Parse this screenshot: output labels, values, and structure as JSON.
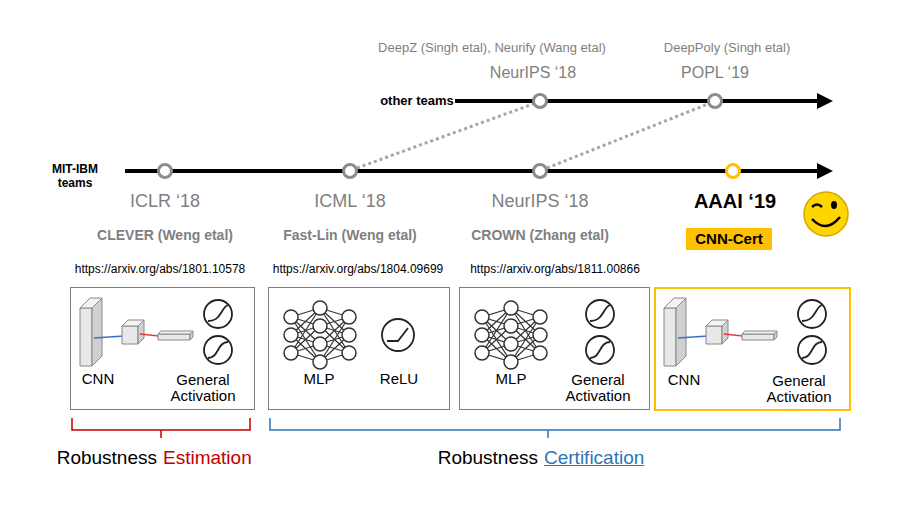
{
  "diagram": {
    "nodes": [
      {
        "text": [
          "CNN-Cert"
        ]
      },
      {
        "text": [
          "CNN",
          "General Activation"
        ]
      },
      {
        "text": [
          "MLP",
          "ReLU"
        ]
      },
      {
        "text": [
          "MLP",
          "General Activation"
        ]
      },
      {
        "text": [
          "CNN",
          "General Activation"
        ]
      }
    ],
    "labels": [
      "DeepZ (Singh etal), Neurify (Wang etal)",
      "DeepPoly (Singh etal)",
      "NeurIPS ‘18",
      "POPL ‘19",
      "other teams",
      "MIT-IBM teams",
      "ICLR ‘18",
      "ICML ‘18",
      "NeurIPS ‘18",
      "AAAI ‘19",
      "CLEVER (Weng etal)",
      "Fast-Lin (Weng etal)",
      "CROWN (Zhang etal)",
      "https://arxiv.org/abs/1801.10578",
      "https://arxiv.org/abs/1804.09699",
      "https://arxiv.org/abs/1811.00866",
      "Robustness",
      "Estimation",
      "Robustness",
      "Certification"
    ]
  }
}
